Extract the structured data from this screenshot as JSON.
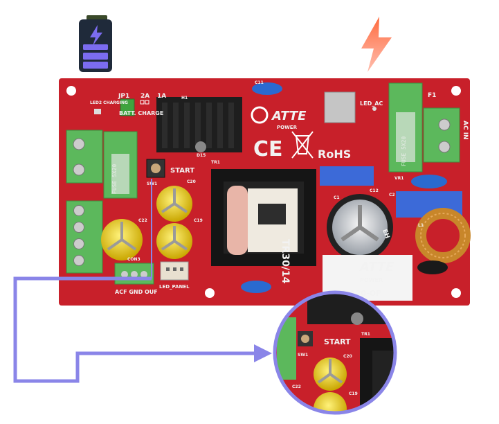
{
  "board": {
    "brand": "ATTE",
    "brand_sub": "POWER",
    "model_partial": "0-120-OF",
    "cert": "RoHS",
    "transformer_label": "TR30/14",
    "labels": {
      "jp1": "JP1",
      "current_2a": "2A",
      "current_1a": "1A",
      "batt_charge": "BATT. CHARGE",
      "led2_charging": "LED2 CHARGING",
      "led_ac": "LED_AC",
      "ac_in": "AC IN",
      "fuse_5x20": "FUSE 5X20",
      "start": "START",
      "led_panel": "LED_PANEL",
      "acf_gnd_ouf": "ACF GND OUF",
      "f1": "F1",
      "tr1": "TR1",
      "h1": "H1",
      "sw1": "SW1",
      "c20": "C20",
      "c22": "C22",
      "c19": "C19",
      "c11": "C11",
      "c12": "C12",
      "c1": "C1",
      "c2": "C2",
      "vr1": "VR1",
      "l1": "L1",
      "con3": "CON3",
      "d15": "D15",
      "cap_c1_mark": "EH"
    }
  },
  "zoom_callout": {
    "start": "START",
    "sw1": "SW1",
    "c20": "C20",
    "c22": "C22",
    "c19": "C19",
    "tr1": "TR1"
  },
  "icons": {
    "battery": "battery-charging-icon",
    "bolt": "lightning-bolt-icon"
  },
  "colors": {
    "pcb": "#c8202a",
    "callout": "#8a85e8",
    "terminal_green": "#5cb85c",
    "battery_body": "#1f2a3a",
    "battery_fill": "#7b6cf0",
    "bolt": "#ff5a3c"
  }
}
